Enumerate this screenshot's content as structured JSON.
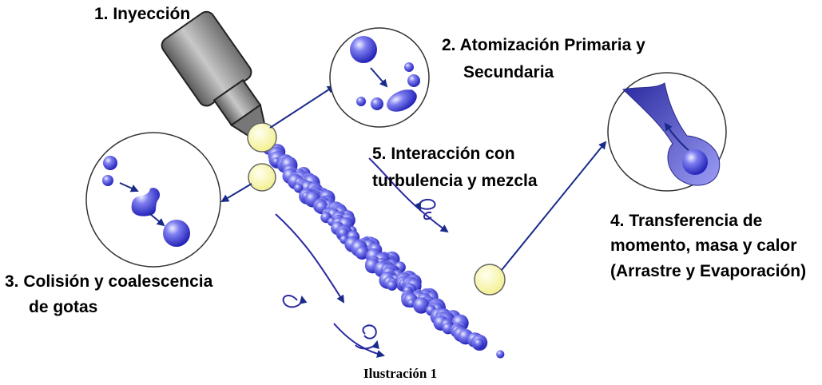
{
  "labels": {
    "step1": "1. Inyección",
    "step2_line1": "2. Atomización Primaria y",
    "step2_line2": "Secundaria",
    "step3_line1": "3. Colisión y coalescencia",
    "step3_line2": "de gotas",
    "step4_line1": "4. Transferencia de",
    "step4_line2": "momento, masa y calor",
    "step4_line3": "(Arrastre y Evaporación)",
    "step5_line1": "5. Interacción con",
    "step5_line2": "turbulencia y mezcla"
  },
  "caption": "Ilustración 1",
  "colors": {
    "droplet": "#3a3ad0",
    "arrow": "#1a2a8a",
    "highlight": "#f7f59a",
    "nozzle": "#8a8a8a"
  }
}
